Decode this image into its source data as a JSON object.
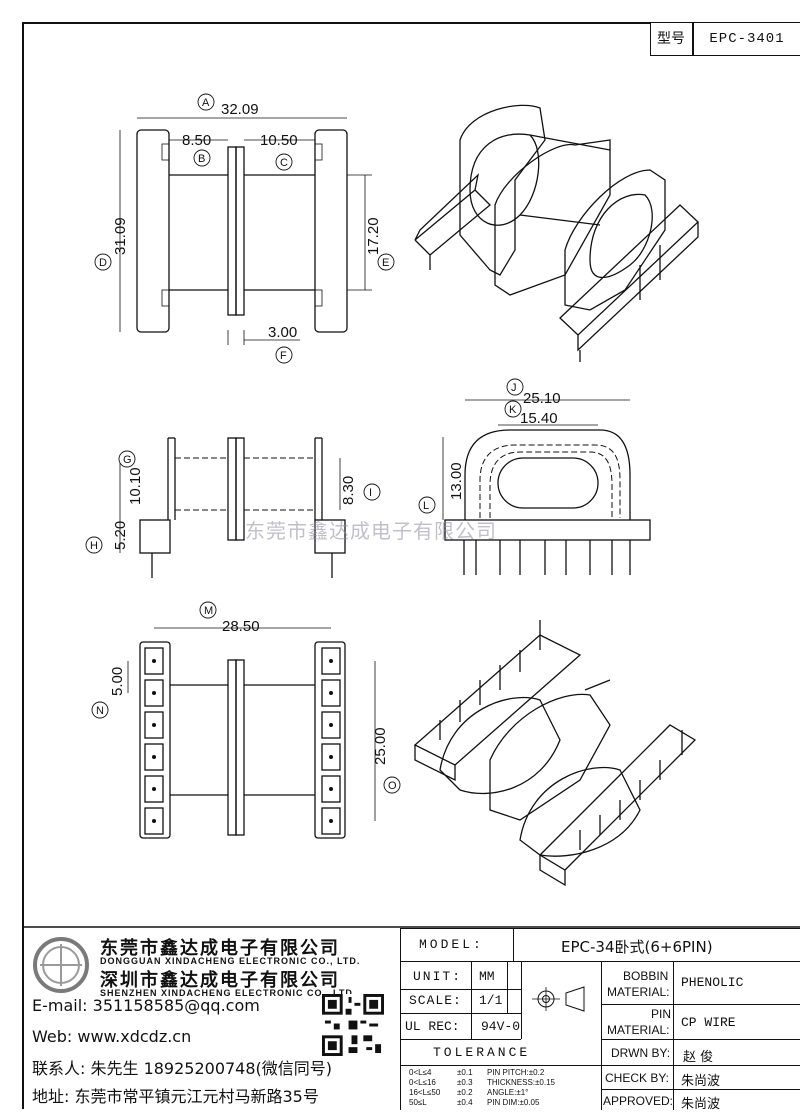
{
  "header": {
    "type_label": "型号",
    "type_value": "EPC-3401"
  },
  "dims": {
    "A": "A",
    "A_val": "32.09",
    "B": "B",
    "B_val": "8.50",
    "C": "C",
    "C_val": "10.50",
    "D": "D",
    "D_val": "31.09",
    "E": "E",
    "E_val": "17.20",
    "F": "F",
    "F_val": "3.00",
    "G": "G",
    "G_val": "10.10",
    "H": "H",
    "H_val": "5.20",
    "I": "I",
    "I_val": "8.30",
    "J": "J",
    "J_val": "25.10",
    "K": "K",
    "K_val": "15.40",
    "L": "L",
    "L_val": "13.00",
    "M": "M",
    "M_val": "28.50",
    "N": "N",
    "N_val": "5.00",
    "O": "O",
    "O_val": "25.00"
  },
  "watermark": "东莞市鑫达成电子有限公司",
  "company": {
    "name_cn_1": "东莞市鑫达成电子有限公司",
    "name_en_1": "DONGGUAN XINDACHENG ELECTRONIC CO., LTD.",
    "name_cn_2": "深圳市鑫达成电子有限公司",
    "name_en_2": "SHENZHEN XINDACHENG ELECTRONIC CO., LTD.",
    "email": "E-mail: 351158585@qq.com",
    "web": "Web: www.xdcdz.cn",
    "contact": "联系人: 朱先生 18925200748(微信同号)",
    "address": "地址: 东莞市常平镇元江元村马新路35号"
  },
  "spec": {
    "model_label": "MODEL:",
    "model_value": "EPC-34卧式(6+6PIN)",
    "unit_label": "UNIT:",
    "unit_value": "MM",
    "scale_label": "SCALE:",
    "scale_value": "1/1",
    "ulrec_label": "UL REC:",
    "ulrec_value": "94V-0",
    "tolerance_label": "TOLERANCE",
    "bobbin_label_1": "BOBBIN",
    "bobbin_label_2": "MATERIAL:",
    "bobbin_value": "PHENOLIC",
    "pin_label_1": "PIN",
    "pin_label_2": "MATERIAL:",
    "pin_value": "CP WIRE",
    "drwn_label": "DRWN BY:",
    "drwn_value": "赵 俊",
    "check_label": "CHECK BY:",
    "check_value": "朱尚波",
    "approved_label": "APPROVED:",
    "approved_value": "朱尚波"
  },
  "tolerance": {
    "r1a": "0<L≤4",
    "r1b": "±0.1",
    "r1c": "PIN PITCH:±0.2",
    "r2a": "0<L≤16",
    "r2b": "±0.3",
    "r2c": "THICKNESS:±0.15",
    "r3a": "16<L≤50",
    "r3b": "±0.2",
    "r3c": "ANGLE:±1°",
    "r4a": "50≤L",
    "r4b": "±0.4",
    "r4c": "PIN DIM:±0.05"
  }
}
